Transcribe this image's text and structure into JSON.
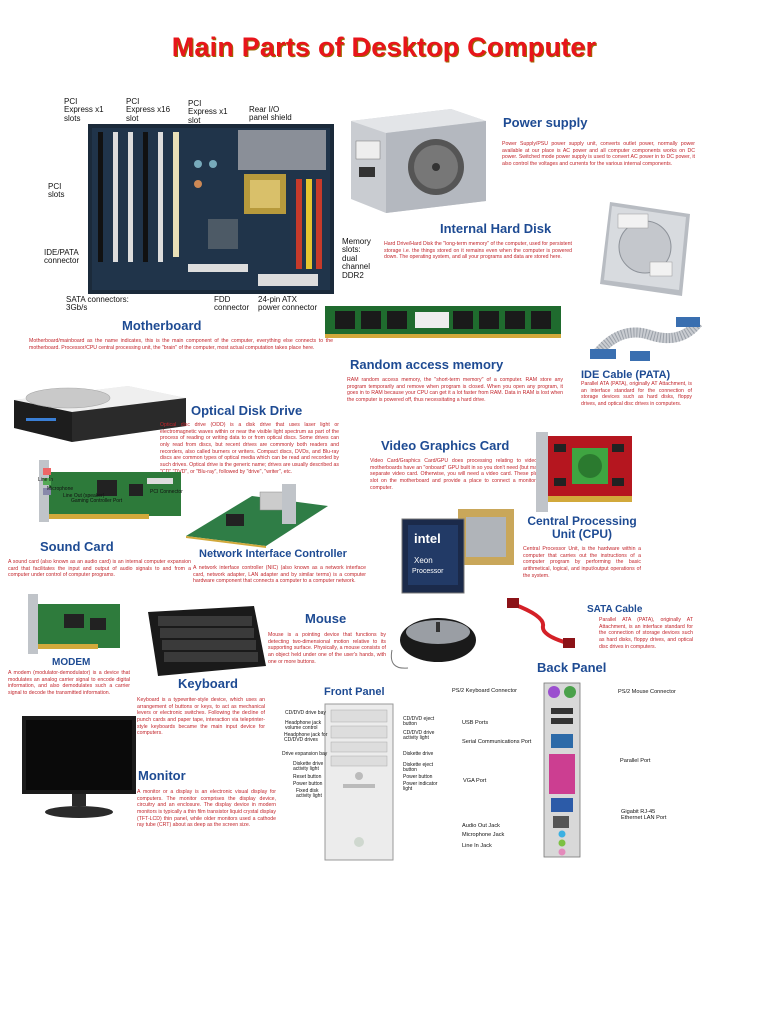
{
  "title": "Main Parts of Desktop Computer",
  "motherboard": {
    "heading": "Motherboard",
    "labels": {
      "pci_x1_a": "PCI\nExpress x1\nslots",
      "pci_x16": "PCI\nExpress x16\nslot",
      "pci_x1_b": "PCI\nExpress x1\nslot",
      "rear_io": "Rear I/O\npanel shield",
      "pci_slots": "PCI\nslots",
      "ide_pata": "IDE/PATA\nconnector",
      "memory_slots": "Memory\nslots:\ndual\nchannel\nDDR2",
      "sata": "SATA connectors:\n3Gb/s",
      "fdd": "FDD\nconnector",
      "atx": "24-pin ATX\npower connector"
    },
    "text": "Motherboard/mainboard as the name indicates, this is the main component of the computer, everything else connects to the motherboard. Processor/CPU central processing unit, the \"brain\" of the computer, most actual computation takes place here."
  },
  "power_supply": {
    "heading": "Power supply",
    "text": "Power Supply/PSU power supply unit, converts outlet power, normally power available at our place is AC power and all computer components works on DC power. Switched mode power supply is used to convert AC power in to DC power, it also control the voltages and currents for the various internal components."
  },
  "hard_disk": {
    "heading": "Internal Hard Disk",
    "text": "Hard Drive/Hard Disk the \"long-term memory\" of the computer, used for persistent storage i.e. the things stored on it remains even when the computer is powered down. The operating system, and all your programs and data are stored here."
  },
  "ram": {
    "heading": "Random access memory",
    "text": "RAM random access memory, the \"short-term memory\" of a computer. RAM store any program temporarily and remove when program is closed. When you open any program, it goes in to RAM because your CPU can get it a lot faster from RAM. Data in RAM is lost when the computer is powered off, thus necessitating a hard drive."
  },
  "ide_cable": {
    "heading": "IDE Cable (PATA)",
    "text": "Parallel ATA (PATA), originally AT Attachment, is an interface standard for the connection of storage devices such as hard disks, floppy drives, and optical disc drives in computers."
  },
  "optical": {
    "heading": "Optical Disk Drive",
    "text": "Optical disc drive (ODD) is a disk drive that uses laser light or electromagnetic waves within or near the visible light spectrum as part of the process of reading or writing data to or from optical discs. Some drives can only read from discs, but recent drives are commonly both readers and recorders, also called burners or writers. Compact discs, DVDs, and Blu-ray discs are common types of optical media which can be read and recorded by such drives. Optical drive is the generic name; drives are usually described as \"CD\" \"DVD\", or \"Blu-ray\", followed by \"drive\", \"writer\", etc."
  },
  "video_card": {
    "heading": "Video Graphics Card",
    "text": "Video Card/Graphics Card/GPU does processing relating to video. Some motherboards have an \"onboard\" GPU built in so you don't need (but may add) a separate video card. Otherwise, you will need a video card. These plug into a slot on the motherboard and provide a place to connect a monitor to your computer."
  },
  "sound_card": {
    "heading": "Sound Card",
    "labels": {
      "line_in": "Line In",
      "microphone": "Microphone",
      "line_out": "Line Out (speaker)",
      "gaming": "Gaming Controller Port",
      "pci": "PCI Connector"
    },
    "text": "A sound card (also known as an audio card) is an internal computer expansion card that facilitates the input and output of audio signals to and from a computer under control of computer programs."
  },
  "nic": {
    "heading": "Network Interface Controller",
    "text": "A network interface controller (NIC) (also known as a network interface card, network adapter, LAN adapter and by similar terms) is a computer hardware component that connects a computer to a computer network."
  },
  "cpu": {
    "heading": "Central Processing\nUnit (CPU)",
    "text": "Central Processor Unit, is the hardware within a computer that carries out the instructions of a computer program by performing the basic arithmetical, logical, and input/output operations of the system."
  },
  "modem": {
    "heading": "MODEM",
    "text": "A modem (modulator-demodulator) is a device that modulates an analog carrier signal to encode digital information, and also demodulates such a carrier signal to decode the transmitted information."
  },
  "mouse": {
    "heading": "Mouse",
    "text": "Mouse is a pointing device that functions by detecting two-dimensional motion relative to its supporting surface. Physically, a mouse consists of an object held under one of the user's hands, with one or more buttons."
  },
  "sata_cable": {
    "heading": "SATA Cable",
    "text": "Parallel ATA (PATA), originally AT Attachment, is an interface standard for the connection of storage devices such as hard disks, floppy drives, and optical disc drives in computers."
  },
  "keyboard": {
    "heading": "Keyboard",
    "text": "Keyboard is a typewriter-style device, which uses an arrangement of buttons or keys, to act as mechanical levers or electronic switches. Following the decline of punch cards and paper tape, interaction via teleprinter-style keyboards became the main input device for computers."
  },
  "front_panel": {
    "heading": "Front Panel",
    "labels": {
      "cd_drive_bay": "CD/DVD drive bay",
      "headphone": "Headphone jack\nvolume control",
      "headphone_activity": "Headphone jack for\nCD/DVD drives",
      "drive_expansion": "Drive expansion bay",
      "diskette_activity": "Diskette drive\nactivity light",
      "reset": "Reset button",
      "power_button": "Power button",
      "fixed_disk": "Fixed disk\nactivity light",
      "cd_eject": "CD/DVD eject\nbutton",
      "cd_activity": "CD/DVD drive\nactivity light",
      "diskette_drive": "Diskette drive",
      "diskette_eject": "Diskette eject\nbutton",
      "power_btn_r": "Power button",
      "power_indicator": "Power indicator\nlight"
    }
  },
  "back_panel": {
    "heading": "Back Panel",
    "labels": {
      "ps2_kbd": "PS/2 Keyboard Connector",
      "ps2_mouse": "PS/2 Mouse Connector",
      "usb": "USB Ports",
      "serial": "Serial Communications Port",
      "parallel": "Parallel Port",
      "vga": "VGA Port",
      "ethernet": "Gigabit RJ-45\nEthernet LAN Port",
      "audio_out": "Audio Out Jack",
      "microphone": "Microphone Jack",
      "line_in": "Line In Jack"
    }
  },
  "monitor": {
    "heading": "Monitor",
    "text": "A monitor or a display is an electronic visual display for computers. The monitor comprises the display device, circuitry and an enclosure. The display device in modern monitors is typically a thin film transistor liquid crystal display (TFT-LCD) thin panel, while older monitors used a cathode ray tube (CRT) about as deep as the screen size."
  },
  "colors": {
    "title": "#e8151b",
    "heading": "#1e4b93",
    "body_text": "#c2252b"
  }
}
